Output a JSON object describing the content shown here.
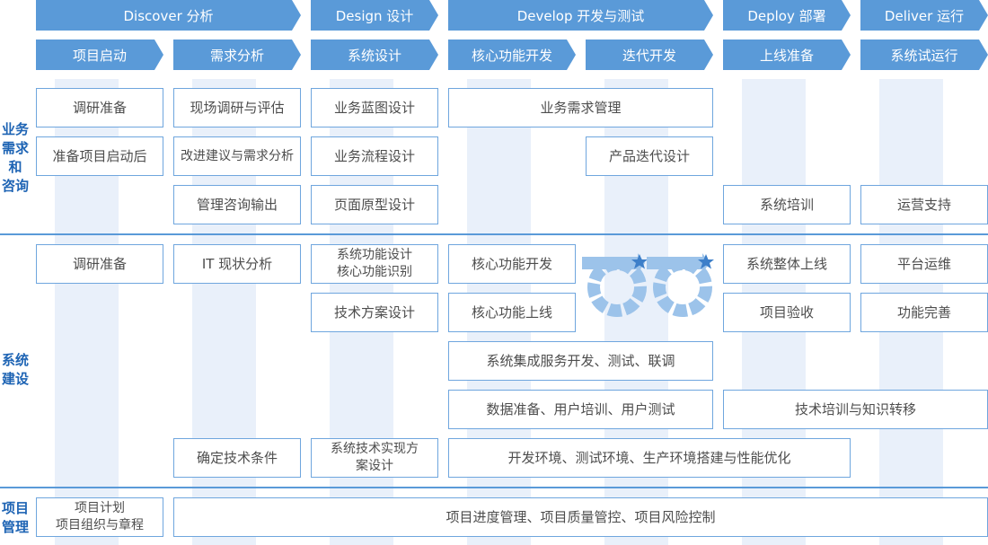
{
  "colors": {
    "accent": "#5a9ad8",
    "border": "#6fa6de",
    "row_label": "#1e64b4",
    "stripe": "#e9f0fa",
    "text": "#4d4d4d",
    "icon_light": "#9cc3ea"
  },
  "phases": [
    "Discover 分析",
    "Design 设计",
    "Develop 开发与测试",
    "Deploy 部署",
    "Deliver 运行"
  ],
  "steps": [
    "项目启动",
    "需求分析",
    "系统设计",
    "核心功能开发",
    "迭代开发",
    "上线准备",
    "系统试运行"
  ],
  "row_labels": {
    "business": "业务\n需求\n和\n咨询",
    "system": "系统\n建设",
    "project": "项目\n管理"
  },
  "business": {
    "research_prep": "调研准备",
    "kickoff_prep": "准备项目启动后",
    "field_research": "现场调研与评估",
    "improvement_analysis": "改进建议与需求分析",
    "consulting_output": "管理咨询输出",
    "blueprint_design": "业务蓝图设计",
    "process_design": "业务流程设计",
    "prototype_design": "页面原型设计",
    "requirement_mgmt": "业务需求管理",
    "iteration_design": "产品迭代设计",
    "system_training": "系统培训",
    "ops_support": "运营支持"
  },
  "system": {
    "research_prep": "调研准备",
    "it_analysis": "IT 现状分析",
    "func_design": "系统功能设计\n核心功能识别",
    "tech_plan": "技术方案设计",
    "core_dev": "核心功能开发",
    "core_launch": "核心功能上线",
    "full_launch": "系统整体上线",
    "platform_ops": "平台运维",
    "acceptance": "项目验收",
    "func_improve": "功能完善",
    "integration": "系统集成服务开发、测试、联调",
    "data_prep": "数据准备、用户培训、用户测试",
    "knowledge_transfer": "技术培训与知识转移",
    "tech_conditions": "确定技术条件",
    "tech_impl": "系统技术实现方\n案设计",
    "environments": "开发环境、测试环境、生产环境搭建与性能优化"
  },
  "project": {
    "plan": "项目计划\n项目组织与章程",
    "control": "项目进度管理、项目质量管控、项目风险控制"
  },
  "icons": [
    "cycle-arrow-icon",
    "star-icon"
  ]
}
